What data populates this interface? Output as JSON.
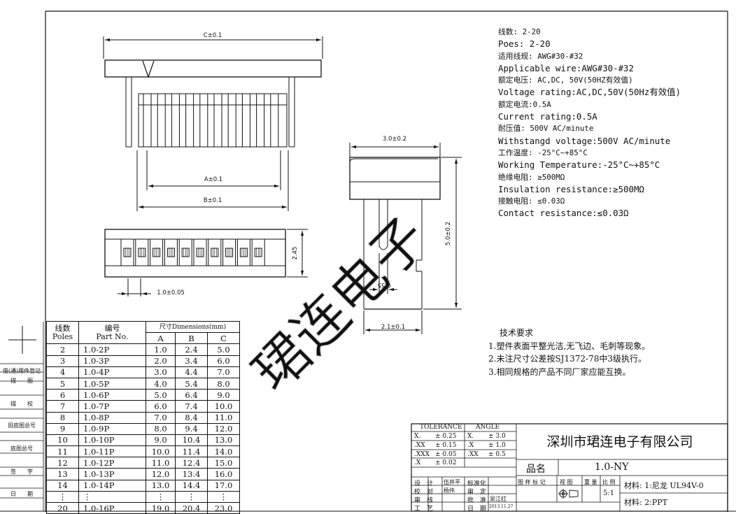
{
  "drawing": {
    "top_view": {
      "dim_c": "C±0.1",
      "dim_a": "A±0.1",
      "dim_b": "B±0.1"
    },
    "front_view": {
      "dim_height": "2.45",
      "dim_pitch": "1.0±0.05"
    },
    "side_view": {
      "dim_width_top": "3.0±0.2",
      "dim_height": "5.0±0.2",
      "dim_slot": "0.55",
      "dim_width_bottom": "2.1±0.1"
    },
    "watermark": "珺连电子"
  },
  "specs": [
    {
      "text": "线数: 2-20",
      "lang": "zh"
    },
    {
      "text": "Poes: 2-20",
      "lang": "en"
    },
    {
      "text": "适用线规: AWG#30-#32",
      "lang": "zh"
    },
    {
      "text": "Applicable wire:AWG#30-#32",
      "lang": "en"
    },
    {
      "text": "额定电压: AC,DC, 50V(50HZ有效值)",
      "lang": "zh"
    },
    {
      "text": "Voltage rating:AC,DC,50V(50Hz有效值)",
      "lang": "en"
    },
    {
      "text": "额定电流:0.5A",
      "lang": "zh"
    },
    {
      "text": "Current rating:0.5A",
      "lang": "en"
    },
    {
      "text": "耐压值: 500V AC/minute",
      "lang": "zh"
    },
    {
      "text": "Withstangd voltage:500V AC/minute",
      "lang": "en"
    },
    {
      "text": "工作温度: -25°C~+85°C",
      "lang": "zh"
    },
    {
      "text": "Working Temperature:-25°C~+85°C",
      "lang": "en"
    },
    {
      "text": "绝缘电阻: ≥500MΩ",
      "lang": "zh"
    },
    {
      "text": "Insulation resistance:≥500MΩ",
      "lang": "en"
    },
    {
      "text": "接触电阻: ≤0.03Ω",
      "lang": "zh"
    },
    {
      "text": "Contact resistance:≤0.03Ω",
      "lang": "en"
    }
  ],
  "requirements": {
    "title": "技术要求",
    "items": [
      "1.塑件表面平整光洁,无飞边、毛刺等现象。",
      "2.未注尺寸公差按SJ1372-78中3级执行。",
      "3.相同规格的产品不同厂家应能互换。"
    ]
  },
  "parts_table": {
    "h_poles_zh": "线数",
    "h_poles_en": "Poles",
    "h_part_zh": "编号",
    "h_part_en": "Part No.",
    "h_dims": "尺寸Dimensions(mm)",
    "h_a": "A",
    "h_b": "B",
    "h_c": "C",
    "rows": [
      {
        "poles": "2",
        "part": "1.0-2P",
        "a": "1.0",
        "b": "2.4",
        "c": "5.0"
      },
      {
        "poles": "3",
        "part": "1.0-3P",
        "a": "2.0",
        "b": "3.4",
        "c": "6.0"
      },
      {
        "poles": "4",
        "part": "1.0-4P",
        "a": "3.0",
        "b": "4.4",
        "c": "7.0"
      },
      {
        "poles": "5",
        "part": "1.0-5P",
        "a": "4.0",
        "b": "5.4",
        "c": "8.0"
      },
      {
        "poles": "6",
        "part": "1.0-6P",
        "a": "5.0",
        "b": "6.4",
        "c": "9.0"
      },
      {
        "poles": "7",
        "part": "1.0-7P",
        "a": "6.0",
        "b": "7.4",
        "c": "10.0"
      },
      {
        "poles": "8",
        "part": "1.0-8P",
        "a": "7.0",
        "b": "8.4",
        "c": "11.0"
      },
      {
        "poles": "9",
        "part": "1.0-9P",
        "a": "8.0",
        "b": "9.4",
        "c": "12.0"
      },
      {
        "poles": "10",
        "part": "1.0-10P",
        "a": "9.0",
        "b": "10.4",
        "c": "13.0"
      },
      {
        "poles": "11",
        "part": "1.0-11P",
        "a": "10.0",
        "b": "11.4",
        "c": "14.0"
      },
      {
        "poles": "12",
        "part": "1.0-12P",
        "a": "11.0",
        "b": "12.4",
        "c": "15.0"
      },
      {
        "poles": "13",
        "part": "1.0-13P",
        "a": "12.0",
        "b": "13.4",
        "c": "16.0"
      },
      {
        "poles": "14",
        "part": "1.0-14P",
        "a": "13.0",
        "b": "14.4",
        "c": "17.0"
      },
      {
        "poles": "⋮",
        "part": "⋮",
        "a": "⋮",
        "b": "⋮",
        "c": "⋮"
      },
      {
        "poles": "20",
        "part": "1.0-16P",
        "a": "19.0",
        "b": "20.4",
        "c": "23.0"
      }
    ]
  },
  "left_column": [
    "借(通)用件登记",
    "描　　图",
    "描　　校",
    "旧底图总号",
    "底图总号",
    "签　　字",
    "日　　期"
  ],
  "title_block": {
    "company": "深圳市珺连电子有限公司",
    "tolerance_header": "TOLERANCE",
    "angle_header": "ANGLE",
    "tolerances": [
      {
        "k": "X.",
        "v": "± 0.25"
      },
      {
        "k": ".XX",
        "v": "± 0.15"
      },
      {
        "k": ".XXX",
        "v": "± 0.05"
      },
      {
        "k": ".X",
        "v": "± 0.02"
      }
    ],
    "angles": [
      {
        "k": "X.",
        "v": "± 3.0"
      },
      {
        "k": ".X",
        "v": "± 1.0"
      },
      {
        "k": ".XX",
        "v": "± 0.5"
      }
    ],
    "product_label": "品名",
    "product_value": "1.0-NY",
    "roles": [
      "设　计",
      "校　对",
      "审　核",
      "工　艺"
    ],
    "sig_names": [
      "伍井平",
      "杨伟"
    ],
    "std_label": "标准化",
    "review_label": "审　定",
    "approve_label": "批　准",
    "approver": "吴江红",
    "date_label": "日　期",
    "date_value": "2013.11.27",
    "marks": [
      "图 样 标 记",
      "视 图",
      "重 量",
      "比 例"
    ],
    "scale": "5:1",
    "material1": "材料: 1:尼龙 UL94V-0",
    "material2": "材料: 2:PPT"
  }
}
